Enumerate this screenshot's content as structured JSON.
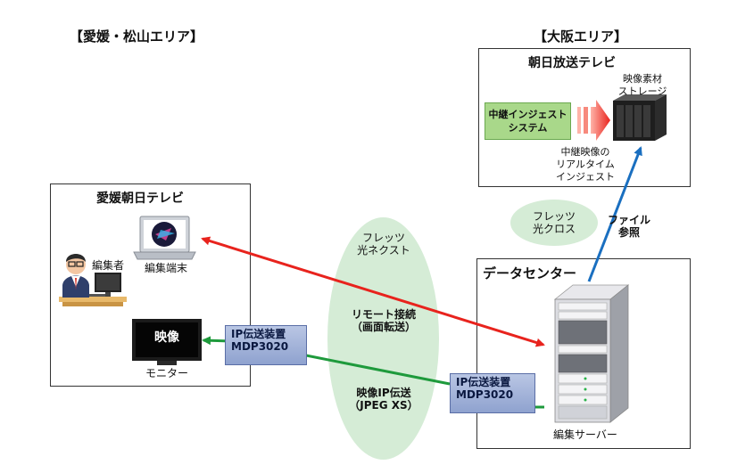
{
  "left_area": {
    "title": "【愛媛・松山エリア】"
  },
  "right_area": {
    "title": "【大阪エリア】"
  },
  "asahi_hoso": {
    "title": "朝日放送テレビ",
    "ingest_system": [
      "中継インジェスト",
      "システム"
    ],
    "storage_label": [
      "映像素材",
      "ストレージ"
    ],
    "realtime_ingest": [
      "中継映像の",
      "リアルタイム",
      "インジェスト"
    ]
  },
  "ehime_asahi": {
    "title": "愛媛朝日テレビ",
    "editor_label": "編集者",
    "terminal_label": "編集端末",
    "monitor_label": "モニター",
    "monitor_screen": "映像",
    "ip_device": [
      "IP伝送装置",
      "MDP3020"
    ]
  },
  "datacenter": {
    "title": "データセンター",
    "ip_device": [
      "IP伝送装置",
      "MDP3020"
    ],
    "server_label": "編集サーバー"
  },
  "networks": {
    "flets_cross": [
      "フレッツ",
      "光クロス"
    ],
    "file_ref": [
      "ファイル",
      "参照"
    ],
    "flets_next": [
      "フレッツ",
      "光ネクスト"
    ],
    "remote": [
      "リモート接続",
      "（画面転送）"
    ],
    "video_ip": [
      "映像IP伝送",
      "（JPEG XS）"
    ]
  },
  "colors": {
    "remote_arrow": "#e8231d",
    "ip_arrow": "#1e9a3c",
    "file_arrow": "#1a6fc0",
    "ellipse": "#d5ecd6"
  }
}
